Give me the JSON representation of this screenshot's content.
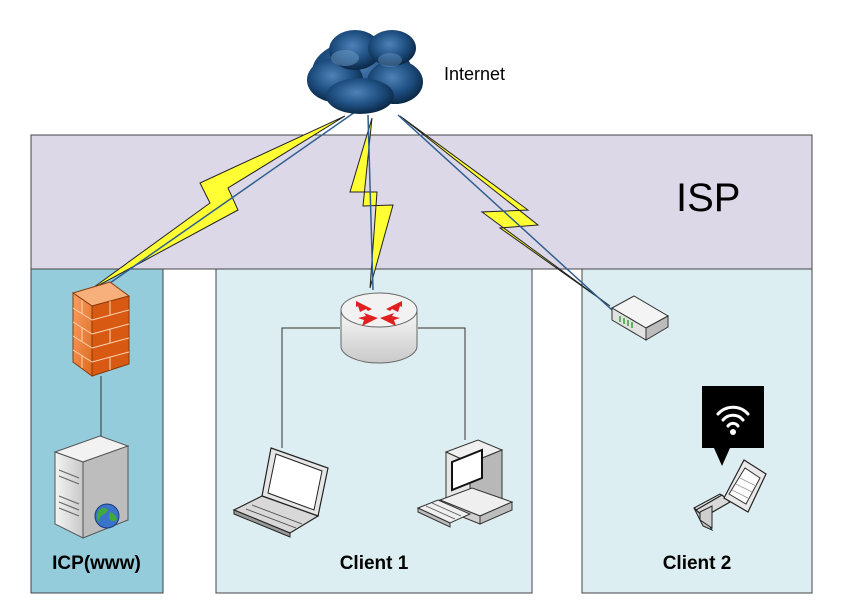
{
  "labels": {
    "internet": "Internet",
    "isp": "ISP",
    "icp": "ICP(www)",
    "client1": "Client 1",
    "client2": "Client 2"
  },
  "colors": {
    "isp_band": "#ddd8e7",
    "icp_zone": "#95ccdb",
    "client_zone": "#ddeef2",
    "lightning": "#ffff33",
    "link_line": "#2f5f8f",
    "cloud": "#1e4e80",
    "firewall": "#f07e36",
    "router_arrow": "#e02020"
  },
  "icons": [
    "cloud-icon",
    "firewall-icon",
    "server-icon",
    "router-icon",
    "laptop-icon",
    "desktop-icon",
    "modem-icon",
    "wifi-icon",
    "phone-icon"
  ]
}
